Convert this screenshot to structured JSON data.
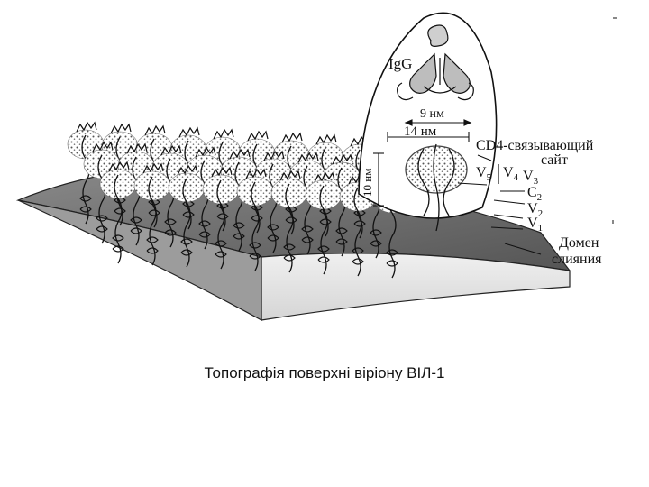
{
  "diagram": {
    "labels": {
      "igg": "Ig",
      "igg_g": "G",
      "nm9": "9 нм",
      "nm14": "14 нм",
      "nm10": "10 нм",
      "cd4_line1": "CD4-связывающий",
      "cd4_line2": "сайт",
      "v5": "V",
      "v5_sub": "5",
      "v4": "V",
      "v4_sub": "4",
      "v3": "V",
      "v3_sub": "3",
      "c2": "C",
      "c2_sub": "2",
      "v2": "V",
      "v2_sub": "2",
      "v1": "V",
      "v1_sub": "1",
      "fusion_line1": "Домен",
      "fusion_line2": "слияния"
    }
  },
  "caption": "Топографія поверхні віріону ВІЛ-1",
  "colors": {
    "membrane_top": "#6e6e6e",
    "membrane_side": "#e6e6e6",
    "ink": "#111111"
  }
}
